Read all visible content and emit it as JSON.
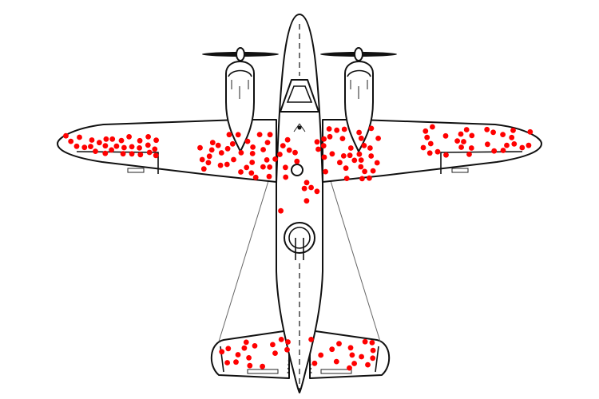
{
  "diagram": {
    "subject": "bomber-silhouette-top-view",
    "hit_marker_color": "#ff0000",
    "outline_color": "#111111",
    "background_color": "#ffffff"
  },
  "hit_regions": [
    {
      "name": "left-wing-outer",
      "count": 30
    },
    {
      "name": "left-wing-inner",
      "count": 34
    },
    {
      "name": "fuselage-center",
      "count": 16
    },
    {
      "name": "right-wing-inner",
      "count": 32
    },
    {
      "name": "right-wing-outer",
      "count": 30
    },
    {
      "name": "left-tailplane",
      "count": 16
    },
    {
      "name": "right-tailplane",
      "count": 16
    }
  ]
}
